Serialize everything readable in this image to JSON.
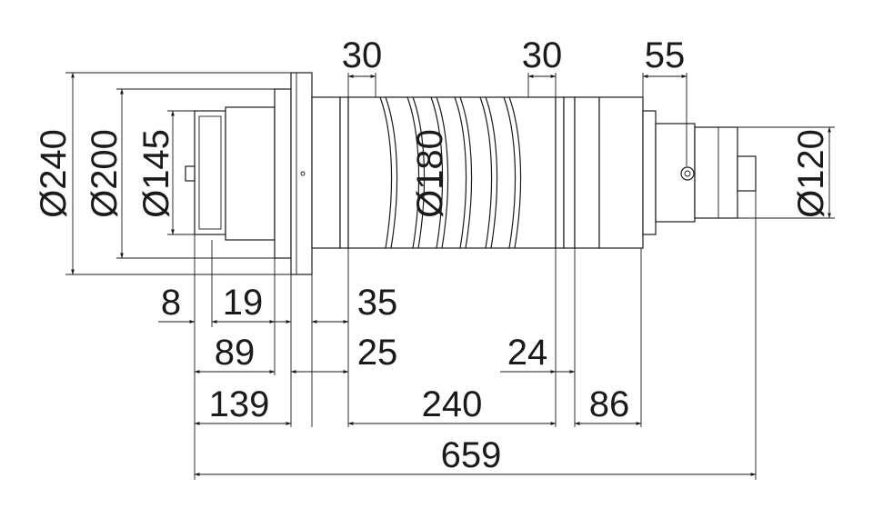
{
  "dimensions": {
    "top_30_left": "30",
    "top_30_right": "30",
    "top_55": "55",
    "dia_240": "Ø240",
    "dia_200": "Ø200",
    "dia_145": "Ø145",
    "dia_180": "Ø180",
    "dia_120": "Ø120",
    "d_8": "8",
    "d_19": "19",
    "d_35": "35",
    "d_89": "89",
    "d_25": "25",
    "d_24": "24",
    "d_139": "139",
    "d_240": "240",
    "d_86": "86",
    "d_659": "659"
  }
}
